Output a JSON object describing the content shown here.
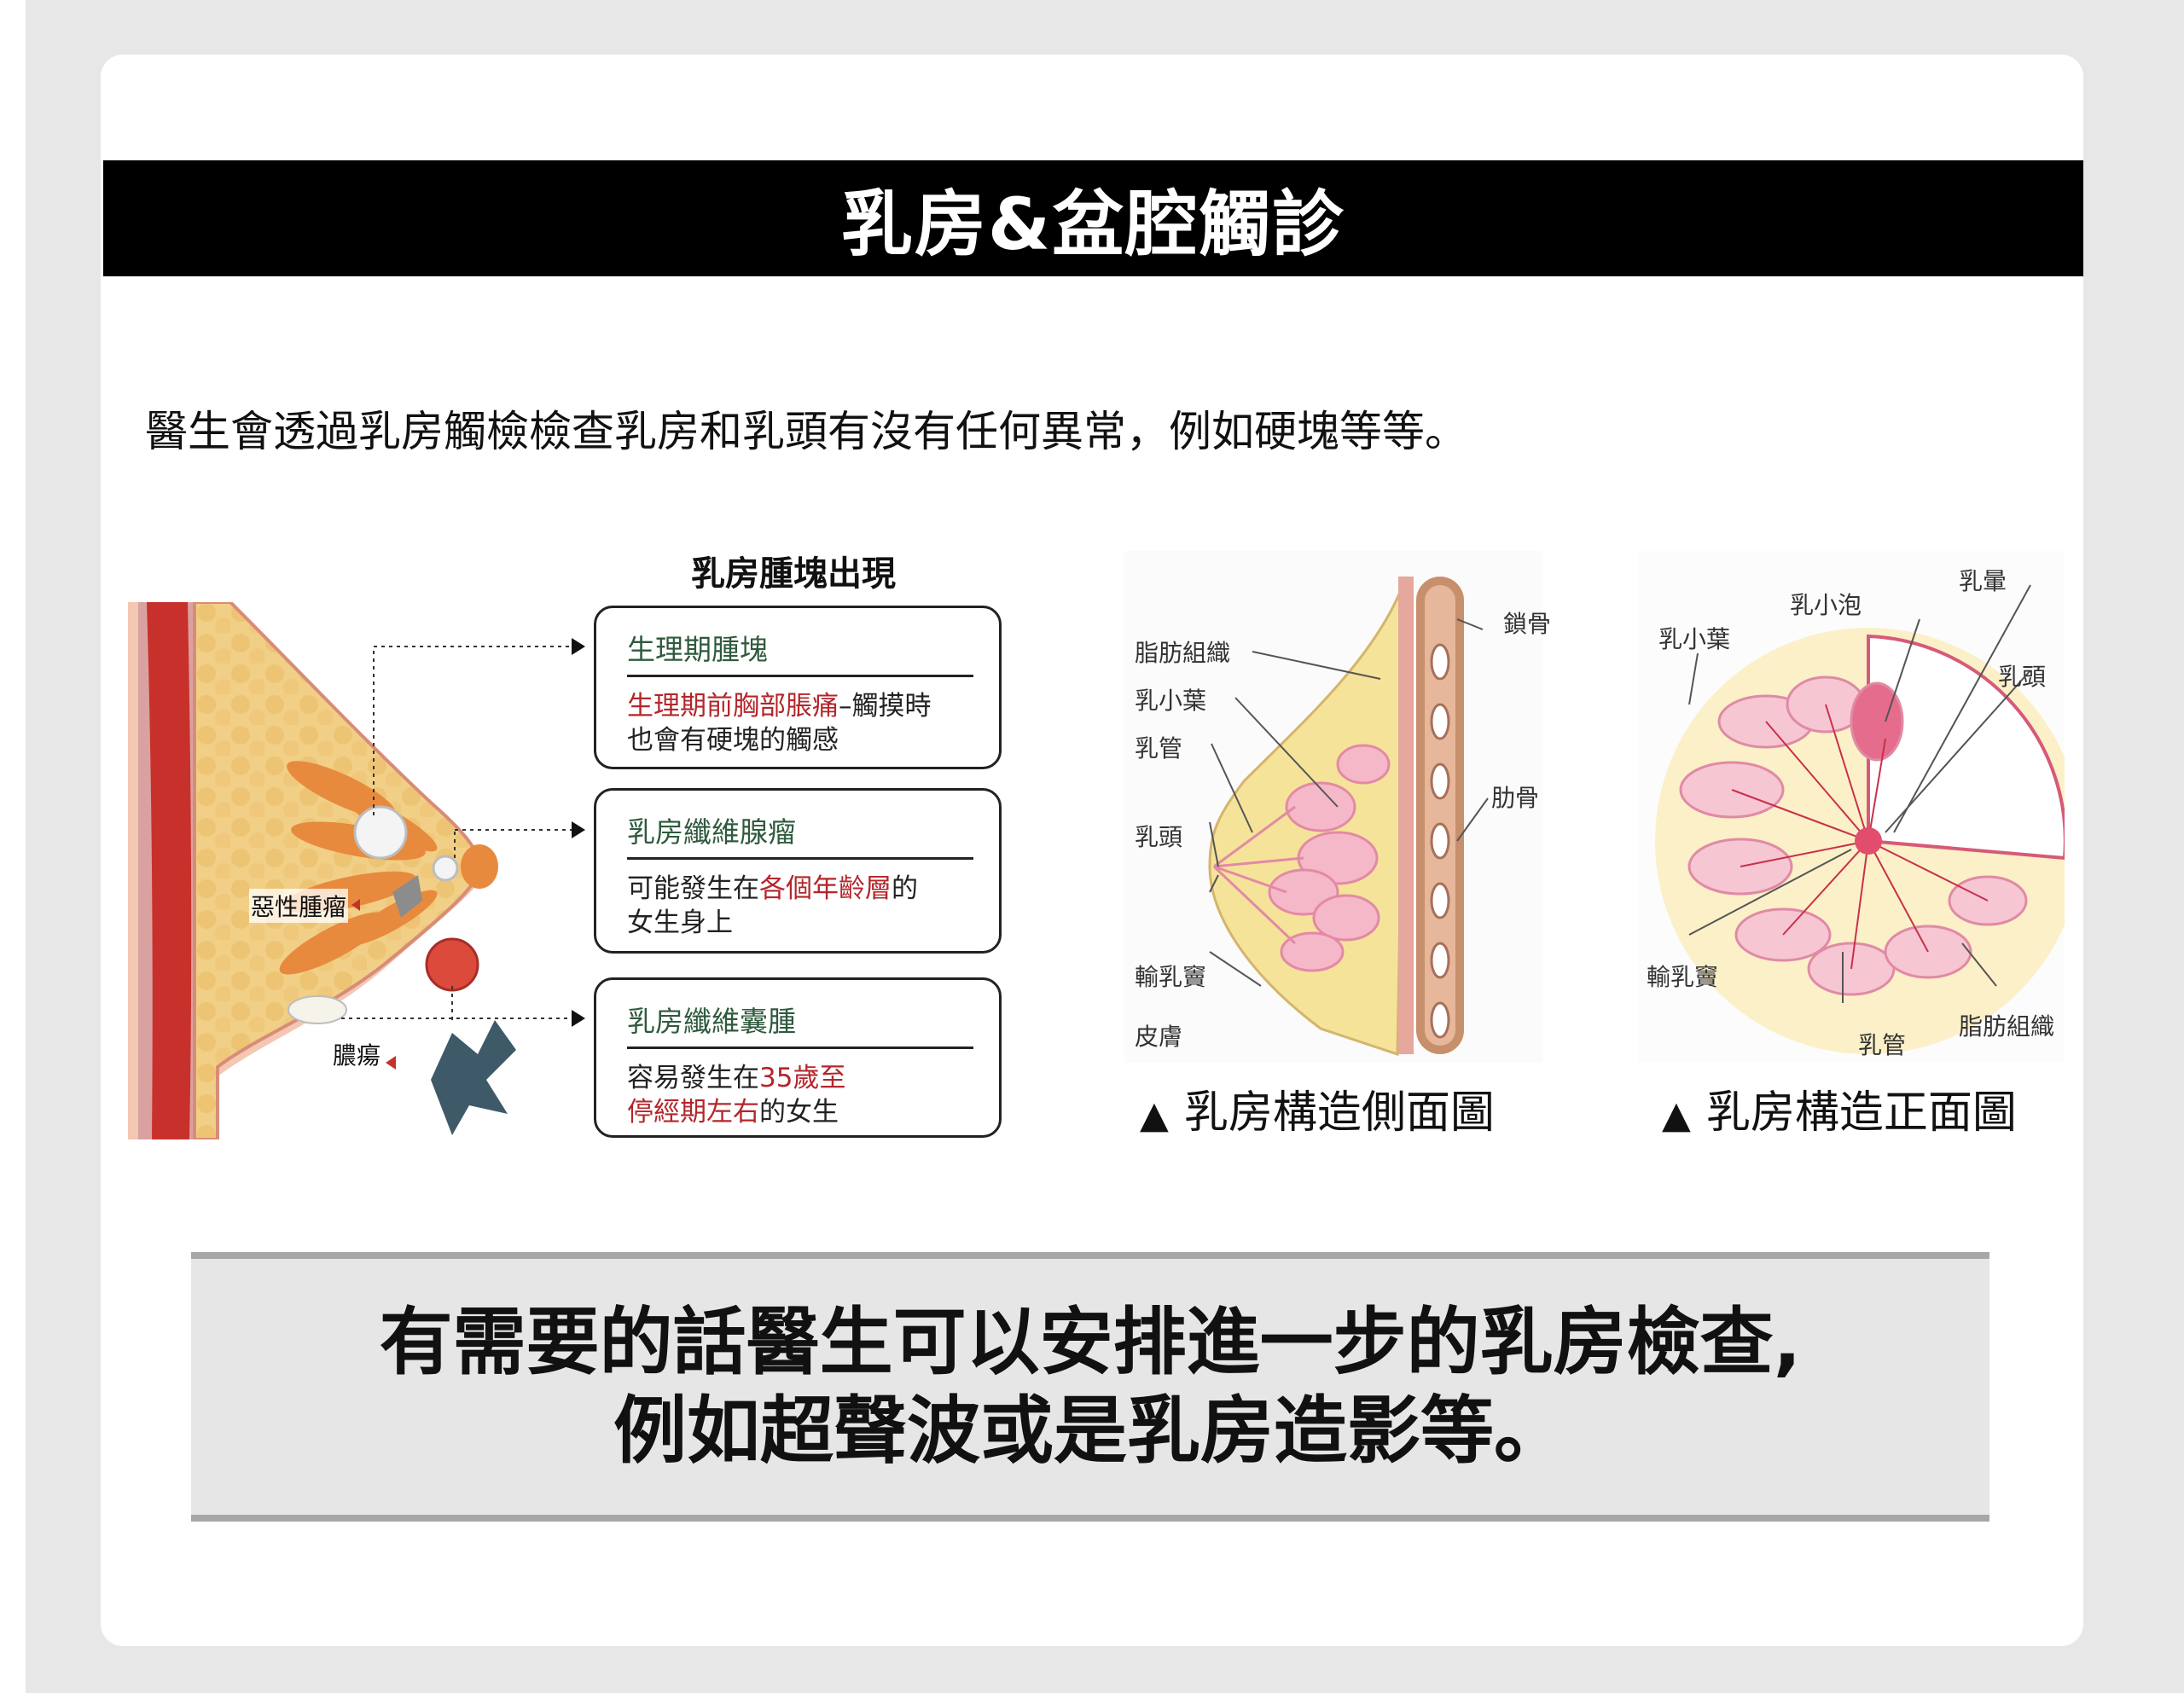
{
  "title": "乳房&盆腔觸診",
  "intro": "醫生會透過乳房觸檢檢查乳房和乳頭有沒有任何異常，例如硬塊等等。",
  "lumps": {
    "heading": "乳房腫塊出現",
    "illustration_labels": {
      "malignant": "惡性腫瘤",
      "abscess": "膿瘍"
    },
    "boxes": [
      {
        "title": "生理期腫塊",
        "red1": "生理期前胸部脹痛",
        "text1": "–觸摸時",
        "line2": "也會有硬塊的觸感"
      },
      {
        "title": "乳房纖維腺瘤",
        "text1": "可能發生在",
        "red1": "各個年齡層",
        "text2": "的",
        "line2": "女生身上"
      },
      {
        "title": "乳房纖維囊腫",
        "text1": "容易發生在",
        "red1": "35歲至",
        "red2": "停經期左右",
        "text2": "的女生"
      }
    ]
  },
  "side_view": {
    "caption_marker": "▲",
    "caption": "乳房構造側面圖",
    "labels": {
      "clavicle": "鎖骨",
      "fat": "脂肪組織",
      "lobule": "乳小葉",
      "duct": "乳管",
      "nipple": "乳頭",
      "rib": "肋骨",
      "sinus": "輸乳竇",
      "skin": "皮膚"
    }
  },
  "front_view": {
    "caption_marker": "▲",
    "caption": "乳房構造正面圖",
    "labels": {
      "areola": "乳暈",
      "alveolus": "乳小泡",
      "lobule": "乳小葉",
      "nipple": "乳頭",
      "sinus": "輸乳竇",
      "fat": "脂肪組織",
      "duct": "乳管"
    }
  },
  "bottom_note": {
    "line1": "有需要的話醫生可以安排進一步的乳房檢查,",
    "line2": "例如超聲波或是乳房造影等。"
  },
  "colors": {
    "title_bar": "#000000",
    "accent_red": "#b3262b",
    "box_title_green": "#2f5a3d",
    "note_bg": "#e6e6e6"
  }
}
